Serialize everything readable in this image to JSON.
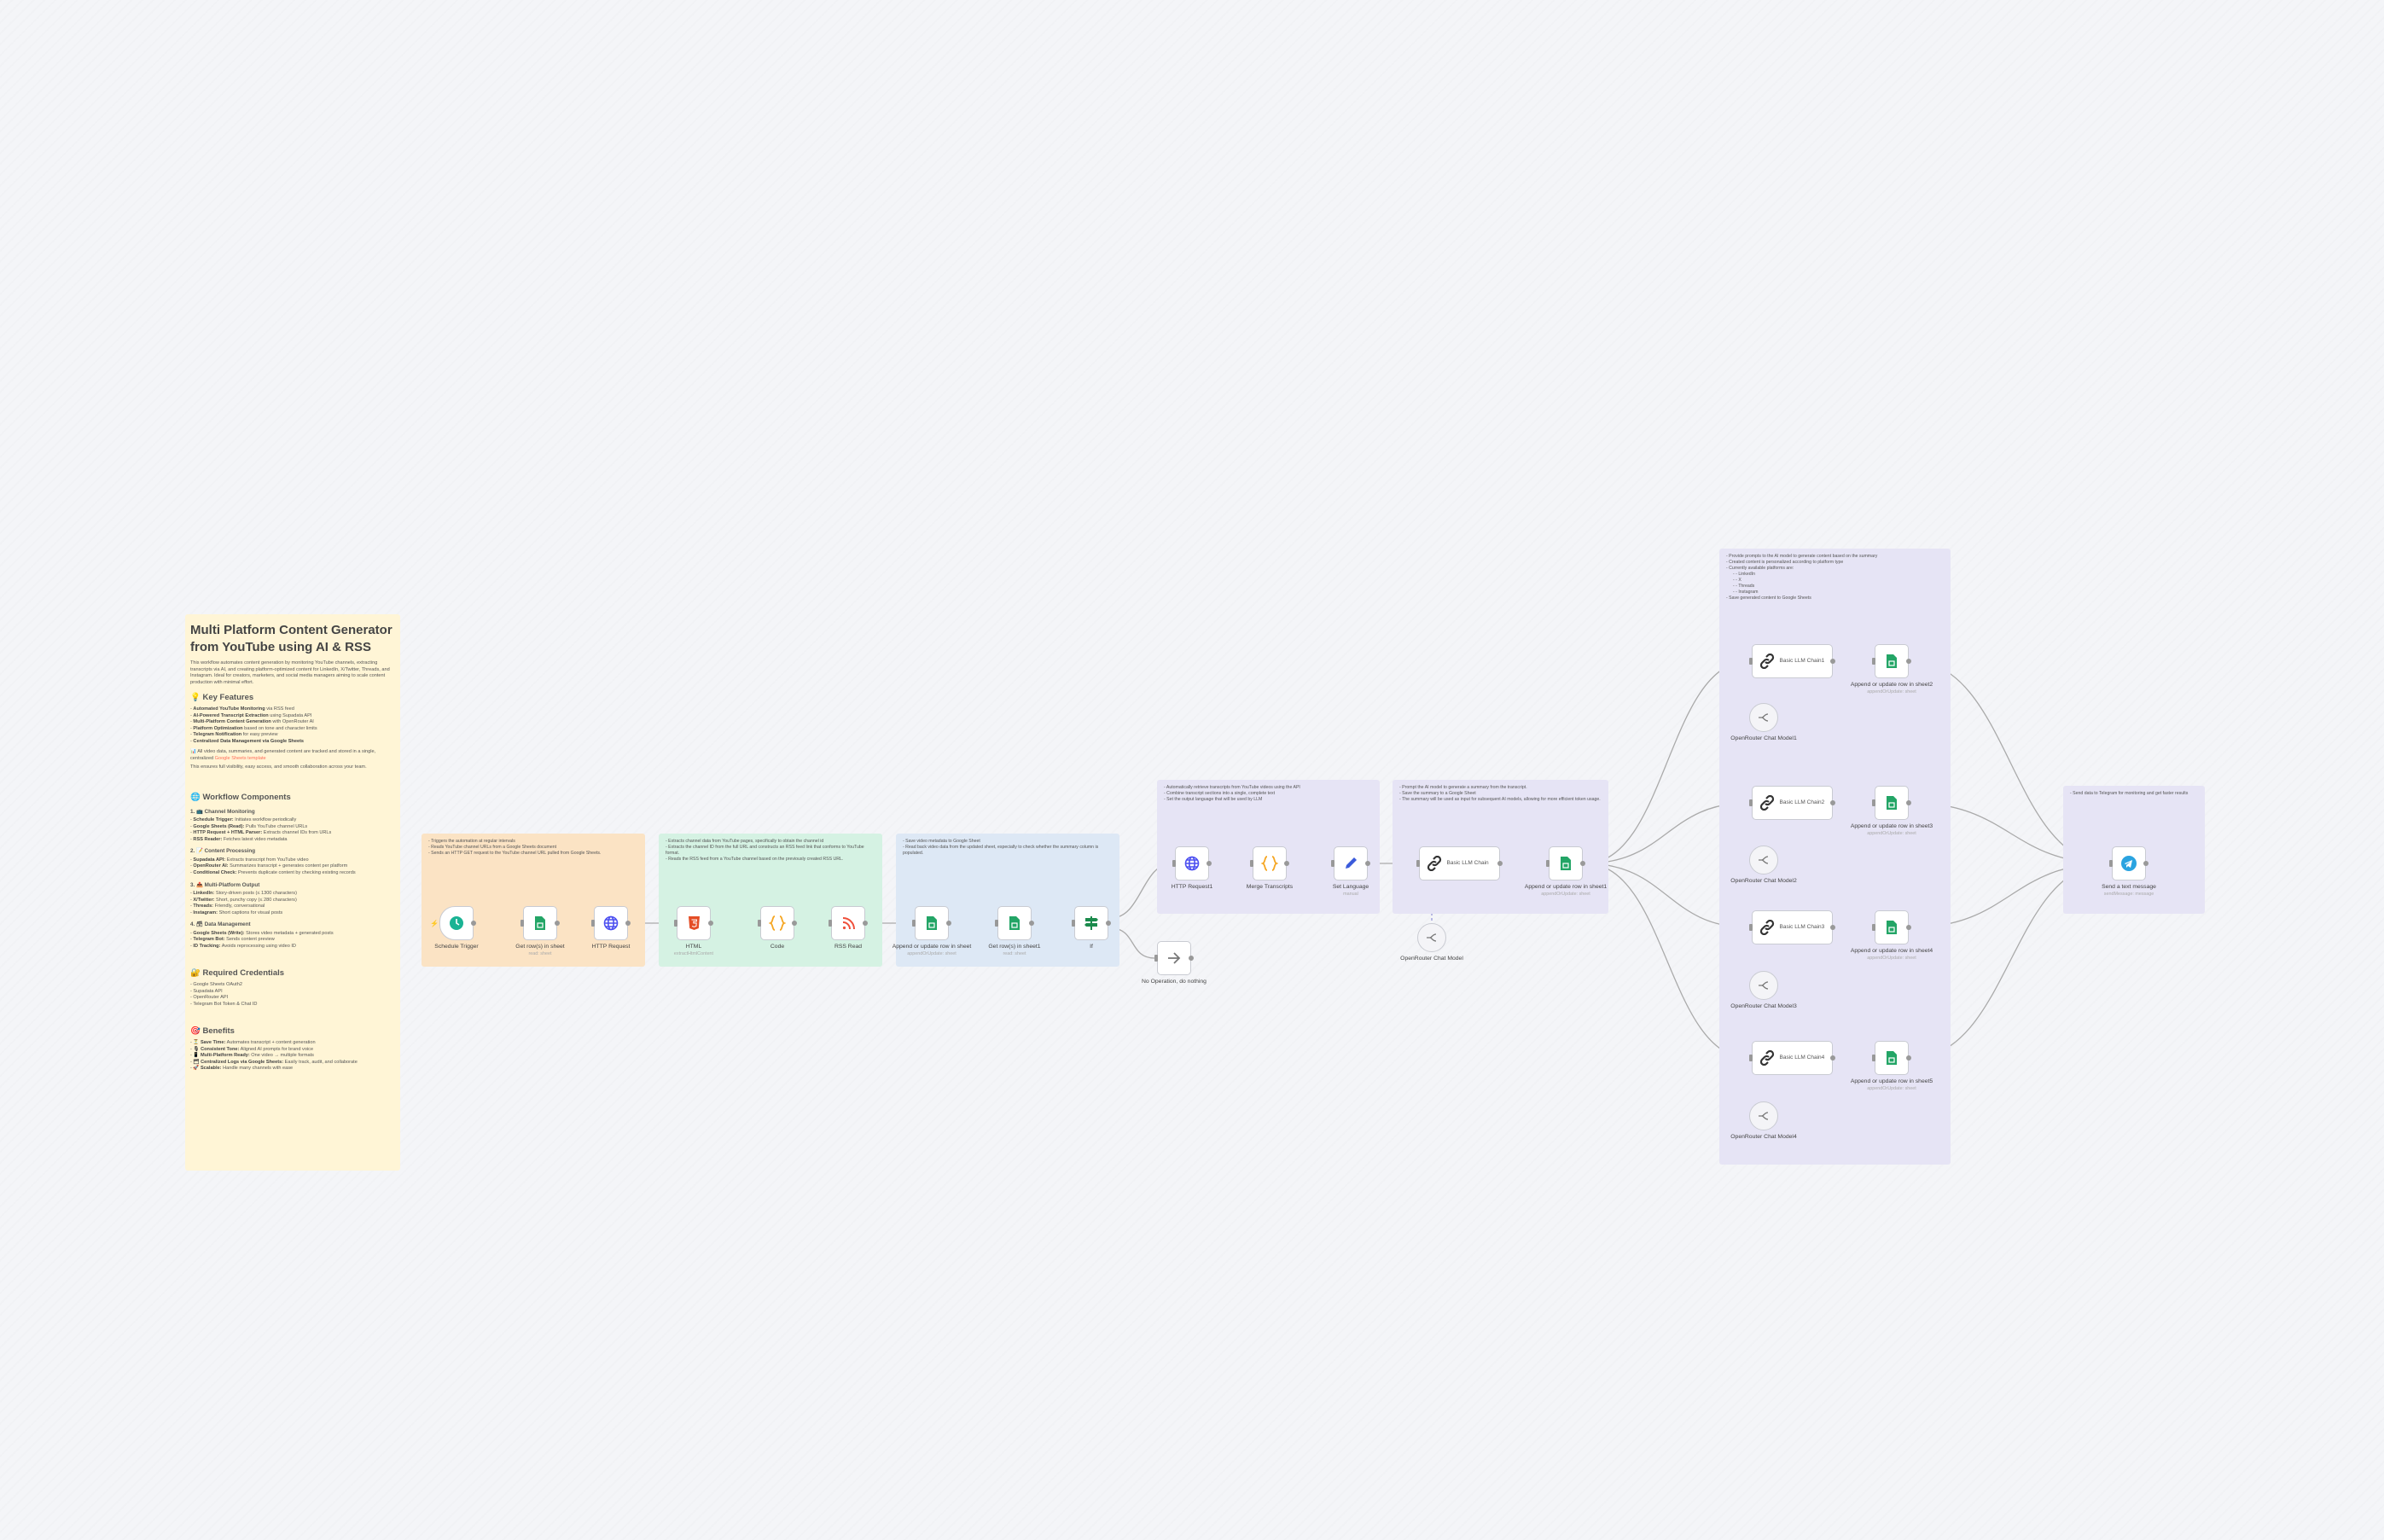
{
  "colors": {
    "main_sticky": "#fff5d6",
    "group_orange": "#fbe3c4",
    "group_green": "#d5f2e3",
    "group_blue": "#dde8f5",
    "group_purple": "#e6e4f5",
    "accent": "#ff6d5a"
  },
  "sticky": {
    "title": "Multi Platform Content Generator from YouTube using AI & RSS",
    "description": "This workflow automates content generation by monitoring YouTube channels, extracting transcripts via AI, and creating platform-optimized content for LinkedIn, X/Twitter, Threads, and Instagram. Ideal for creators, marketers, and social media managers aiming to scale content production with minimal effort.",
    "features_heading": "💡 Key Features",
    "features": [
      {
        "b": "Automated YouTube Monitoring",
        "t": " via RSS feed"
      },
      {
        "b": "AI-Powered Transcript Extraction",
        "t": " using Supadata API"
      },
      {
        "b": "Multi-Platform Content Generation",
        "t": " with OpenRouter AI"
      },
      {
        "b": "Platform Optimization",
        "t": " based on tone and character limits"
      },
      {
        "b": "Telegram Notification",
        "t": " for easy preview"
      },
      {
        "b": "Centralized Data Management via Google Sheets",
        "t": ""
      }
    ],
    "storage_note": "📊 All video data, summaries, and generated content are tracked and stored in a single, centralized ",
    "storage_link": "Google Sheets template",
    "storage_note2": "This ensures full visibility, easy access, and smooth collaboration across your team.",
    "components_heading": "🌐 Workflow Components",
    "components": [
      {
        "title": "1. 📺 Channel Monitoring",
        "items": [
          {
            "b": "Schedule Trigger:",
            "t": " Initiates workflow periodically"
          },
          {
            "b": "Google Sheets (Read):",
            "t": " Pulls YouTube channel URLs"
          },
          {
            "b": "HTTP Request + HTML Parser:",
            "t": " Extracts channel IDs from URLs"
          },
          {
            "b": "RSS Reader:",
            "t": " Fetches latest video metadata"
          }
        ]
      },
      {
        "title": "2. 📝 Content Processing",
        "items": [
          {
            "b": "Supadata API:",
            "t": " Extracts transcript from YouTube video"
          },
          {
            "b": "OpenRouter AI:",
            "t": " Summarizes transcript + generates content per platform"
          },
          {
            "b": "Conditional Check:",
            "t": " Prevents duplicate content by checking existing records"
          }
        ]
      },
      {
        "title": "3. 📤 Multi-Platform Output",
        "items": [
          {
            "b": "LinkedIn:",
            "t": " Story-driven posts (≤ 1300 characters)"
          },
          {
            "b": "X/Twitter:",
            "t": " Short, punchy copy (≤ 280 characters)"
          },
          {
            "b": "Threads:",
            "t": " Friendly, conversational"
          },
          {
            "b": "Instagram:",
            "t": " Short captions for visual posts"
          }
        ]
      },
      {
        "title": "4. 🗃 Data Management",
        "items": [
          {
            "b": "Google Sheets (Write):",
            "t": " Stores video metadata + generated posts"
          },
          {
            "b": "Telegram Bot:",
            "t": " Sends content preview"
          },
          {
            "b": "ID Tracking:",
            "t": " Avoids reprocessing using video ID"
          }
        ]
      }
    ],
    "credentials_heading": "🔐 Required Credentials",
    "credentials": [
      "Google Sheets OAuth2",
      "Supadata API",
      "OpenRouter API",
      "Telegram Bot Token & Chat ID"
    ],
    "benefits_heading": "🎯 Benefits",
    "benefits": [
      {
        "b": "⏳ Save Time:",
        "t": " Automates transcript + content generation"
      },
      {
        "b": "🎙 Consistent Tone:",
        "t": " Aligned AI prompts for brand voice"
      },
      {
        "b": "📱 Multi-Platform Ready:",
        "t": " One video → multiple formats"
      },
      {
        "b": "🗂 Centralized Logs via Google Sheets:",
        "t": " Easily track, audit, and collaborate"
      },
      {
        "b": "🚀 Scalable:",
        "t": " Handle many channels with ease"
      }
    ]
  },
  "groups": [
    {
      "id": "g1",
      "color": "#fbe3c4",
      "notes": [
        "Triggers the automation at regular intervals",
        "Reads YouTube channel URLs from a Google Sheets document",
        "Sends an HTTP GET request to the YouTube channel URL pulled from Google Sheets."
      ]
    },
    {
      "id": "g2",
      "color": "#d5f2e3",
      "notes": [
        "Extracts channel data from YouTube pages, specifically to obtain the channel id",
        "Extracts the channel ID from the full URL and constructs an RSS feed link that conforms to YouTube format.",
        "Reads the RSS feed from a YouTube channel based on the previously created RSS URL."
      ]
    },
    {
      "id": "g3",
      "color": "#dde8f5",
      "notes": [
        "Save video metadata to Google Sheet",
        "Read back video data from the updated sheet, especially to check whether the summary column is populated."
      ]
    },
    {
      "id": "g4",
      "color": "#e6e4f5",
      "notes": [
        "Automatically retrieve transcripts from YouTube videos using the API",
        "Combine transcript sections into a single, complete text",
        "Set the output language that will be used by LLM"
      ]
    },
    {
      "id": "g5",
      "color": "#e6e4f5",
      "notes": [
        "Prompt the AI model to generate a summary from the transcript.",
        "Save the summary to a Google Sheet",
        "The summary will be used as input for subsequent AI models, allowing for more efficient token usage."
      ]
    },
    {
      "id": "g6",
      "color": "#e6e4f5",
      "notes": [
        "Provide prompts to the AI model to generate content based on the summary",
        "Created content is personalized according to platform type",
        "Currently available platforms are:",
        "  - LinkedIn",
        "  - X",
        "  - Threads",
        "  - Instagram",
        "Save generated content to Google Sheets"
      ]
    },
    {
      "id": "g7",
      "color": "#e6e4f5",
      "notes": [
        "Send data to Telegram for monitoring and get faster results"
      ]
    }
  ],
  "nodes": [
    {
      "id": "sched",
      "label": "Schedule Trigger",
      "sub": "",
      "icon": "clock-icon"
    },
    {
      "id": "getrows",
      "label": "Get row(s) in sheet",
      "sub": "read: sheet",
      "icon": "google-sheets-icon"
    },
    {
      "id": "http",
      "label": "HTTP Request",
      "sub": "",
      "icon": "globe-icon"
    },
    {
      "id": "html",
      "label": "HTML",
      "sub": "extractHtmlContent",
      "icon": "html-icon"
    },
    {
      "id": "code",
      "label": "Code",
      "sub": "",
      "icon": "code-braces-icon"
    },
    {
      "id": "rss",
      "label": "RSS Read",
      "sub": "",
      "icon": "rss-icon"
    },
    {
      "id": "append",
      "label": "Append or update row in sheet",
      "sub": "appendOrUpdate: sheet",
      "icon": "google-sheets-icon"
    },
    {
      "id": "getrow2",
      "label": "Get row(s) in sheet1",
      "sub": "read: sheet",
      "icon": "google-sheets-icon"
    },
    {
      "id": "if",
      "label": "If",
      "sub": "",
      "icon": "if-signpost-icon",
      "outs": [
        "true",
        "false"
      ]
    },
    {
      "id": "noop",
      "label": "No Operation, do nothing",
      "sub": "",
      "icon": "arrow-right-icon"
    },
    {
      "id": "http1",
      "label": "HTTP Request1",
      "sub": "",
      "icon": "globe-icon"
    },
    {
      "id": "merge",
      "label": "Merge Transcripts",
      "sub": "",
      "icon": "code-braces-icon"
    },
    {
      "id": "setlang",
      "label": "Set Language",
      "sub": "manual",
      "icon": "pencil-icon"
    },
    {
      "id": "llm",
      "label": "Basic LLM Chain",
      "sub": "",
      "icon": "chain-link-icon",
      "wide": true
    },
    {
      "id": "append1",
      "label": "Append or update row in sheet1",
      "sub": "appendOrUpdate: sheet",
      "icon": "google-sheets-icon"
    },
    {
      "id": "model",
      "label": "OpenRouter Chat Model",
      "sub": "",
      "icon": "openrouter-icon",
      "model": true
    },
    {
      "id": "llm1",
      "label": "Basic LLM Chain1",
      "sub": "",
      "icon": "chain-link-icon",
      "wide": true
    },
    {
      "id": "app2",
      "label": "Append or update row in sheet2",
      "sub": "appendOrUpdate: sheet",
      "icon": "google-sheets-icon"
    },
    {
      "id": "model1",
      "label": "OpenRouter Chat Model1",
      "sub": "",
      "icon": "openrouter-icon",
      "model": true
    },
    {
      "id": "llm2",
      "label": "Basic LLM Chain2",
      "sub": "",
      "icon": "chain-link-icon",
      "wide": true
    },
    {
      "id": "app3",
      "label": "Append or update row in sheet3",
      "sub": "appendOrUpdate: sheet",
      "icon": "google-sheets-icon"
    },
    {
      "id": "model2",
      "label": "OpenRouter Chat Model2",
      "sub": "",
      "icon": "openrouter-icon",
      "model": true
    },
    {
      "id": "llm3",
      "label": "Basic LLM Chain3",
      "sub": "",
      "icon": "chain-link-icon",
      "wide": true
    },
    {
      "id": "app4",
      "label": "Append or update row in sheet4",
      "sub": "appendOrUpdate: sheet",
      "icon": "google-sheets-icon"
    },
    {
      "id": "model3",
      "label": "OpenRouter Chat Model3",
      "sub": "",
      "icon": "openrouter-icon",
      "model": true
    },
    {
      "id": "llm4",
      "label": "Basic LLM Chain4",
      "sub": "",
      "icon": "chain-link-icon",
      "wide": true
    },
    {
      "id": "app5",
      "label": "Append or update row in sheet5",
      "sub": "appendOrUpdate: sheet",
      "icon": "google-sheets-icon"
    },
    {
      "id": "model4",
      "label": "OpenRouter Chat Model4",
      "sub": "",
      "icon": "openrouter-icon",
      "model": true
    },
    {
      "id": "tg",
      "label": "Send a text message",
      "sub": "sendMessage: message",
      "icon": "telegram-icon"
    }
  ]
}
